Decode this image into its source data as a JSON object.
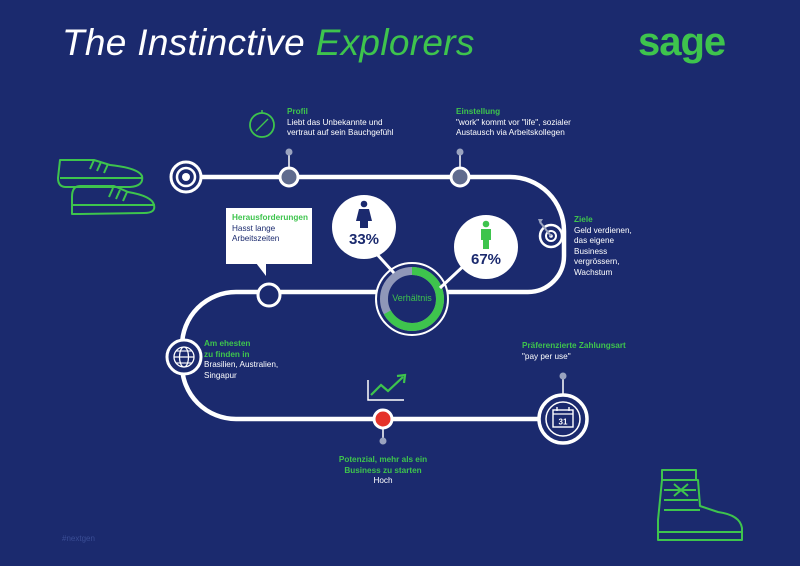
{
  "header": {
    "title_main": "The Instinctive",
    "title_accent": "Explorers",
    "logo": "sage"
  },
  "profile": {
    "heading": "Profil",
    "line1": "Liebt das Unbekannte und",
    "line2": "vertraut auf sein Bauchgefühl"
  },
  "attitude": {
    "heading": "Einstellung",
    "line1": "\"work\" kommt vor \"life\", sozialer",
    "line2": "Austausch via Arbeitskollegen"
  },
  "goals": {
    "heading": "Ziele",
    "line1": "Geld verdienen,",
    "line2": "das eigene",
    "line3": "Business",
    "line4": "vergrössern,",
    "line5": "Wachstum"
  },
  "challenges": {
    "heading": "Herausforderungen",
    "line1": "Hasst lange",
    "line2": "Arbeitszeiten"
  },
  "ratio": {
    "label": "Verhältnis",
    "female_percent_text": "33%",
    "male_percent_text": "67%",
    "female_share": 0.33,
    "male_share": 0.67
  },
  "location": {
    "heading_line1": "Am ehesten",
    "heading_line2": "zu finden in",
    "line1": "Brasilien, Australien,",
    "line2": "Singapur"
  },
  "payment": {
    "heading": "Präferenzierte Zahlungsart",
    "line1": "\"pay per use\""
  },
  "potential": {
    "heading_line1": "Potenzial, mehr als ein",
    "heading_line2": "Business zu starten",
    "value": "Hoch"
  },
  "calendar": {
    "day": "31"
  },
  "footer": {
    "hashtag": "#nextgen"
  },
  "colors": {
    "background": "#1b2a6e",
    "accent": "#3ec44d",
    "path": "#ffffff",
    "node_gray": "#5f6b8e",
    "alert_red": "#e5332a"
  },
  "icons": [
    "compass-icon",
    "female-icon",
    "male-icon",
    "target-icon",
    "globe-icon",
    "growth-chart-icon",
    "calendar-icon",
    "sneakers-icon",
    "boot-icon"
  ]
}
